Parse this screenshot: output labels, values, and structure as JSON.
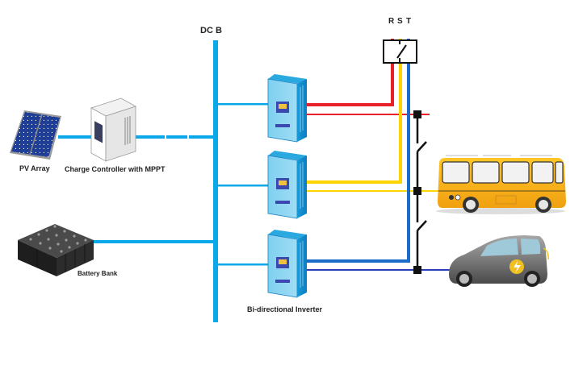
{
  "diagram": {
    "labels": {
      "dc_bus": "DC B",
      "pv_array": "PV Array",
      "charge_controller": "Charge Controller with MPPT",
      "battery_bank": "Battery Bank",
      "inverter": "Bi-directional Inverter"
    },
    "phases": [
      "R",
      "S",
      "T"
    ],
    "colors": {
      "dc_bus": "#0aa8e8",
      "phase_r": "#e8202a",
      "phase_s": "#ffd500",
      "phase_t": "#1a6cc8",
      "neutral_blue": "#2a3fb8",
      "switch": "#111111"
    },
    "components": [
      {
        "name": "pv-array",
        "kind": "solar-panel"
      },
      {
        "name": "charge-controller",
        "kind": "cabinet"
      },
      {
        "name": "battery-bank",
        "kind": "battery-group"
      },
      {
        "name": "inverter-1",
        "kind": "inverter",
        "phase": "R"
      },
      {
        "name": "inverter-2",
        "kind": "inverter",
        "phase": "S"
      },
      {
        "name": "inverter-3",
        "kind": "inverter",
        "phase": "T"
      },
      {
        "name": "grid-breaker",
        "kind": "switch"
      },
      {
        "name": "bus",
        "kind": "vehicle"
      },
      {
        "name": "electric-car",
        "kind": "vehicle"
      }
    ]
  }
}
